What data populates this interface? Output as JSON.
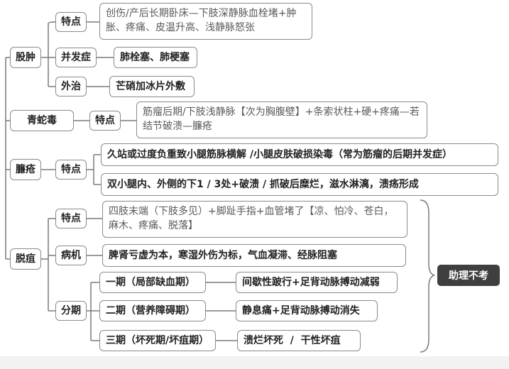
{
  "sections": {
    "gu_zhong": {
      "title": "股肿",
      "te_dian_label": "特点",
      "te_dian_text": "创伤/产后长期卧床—下肢深静脉血栓堵+肿胀、疼痛、皮温升高、浅静脉怒张",
      "bing_fa_label": "并发症",
      "bing_fa_text": "肺栓塞、肺梗塞",
      "wai_zhi_label": "外治",
      "wai_zhi_text": "芒硝加冰片外敷"
    },
    "qing_she_du": {
      "title": "青蛇毒",
      "te_dian_label": "特点",
      "te_dian_text": "筋瘤后期/下肢浅静脉【次为胸腹壁】+条索状柱+硬+疼痛—若结节破溃—臁疮"
    },
    "lian_chuang": {
      "title": "臁疮",
      "te_dian_label": "特点",
      "text1": "久站或过度负重致小腿筋脉横解 /小腿皮肤破损染毒（常为筋瘤的后期并发症）",
      "text2": "双小腿内、外侧的下1 / 3处+破溃 / 抓破后糜烂，滋水淋漓，溃疡形成"
    },
    "tuo_ju": {
      "title": "脱疽",
      "te_dian_label": "特点",
      "te_dian_text": "四肢末端（下肢多见）+脚趾手指+血管堵了【凉、怕冷、苍白，麻木、疼痛、脱落】",
      "bing_ji_label": "病机",
      "bing_ji_text": "脾肾亏虚为本，寒湿外伤为标，气血凝滞、经脉阻塞",
      "fen_qi_label": "分期",
      "stages": [
        {
          "name": "一期（局部缺血期）",
          "desc": "间歇性跛行+足背动脉搏动减弱"
        },
        {
          "name": "二期（营养障碍期）",
          "desc": "静息痛+足背动脉搏动消失"
        },
        {
          "name": "三期（坏死期/坏疽期）",
          "desc": "溃烂坏死  /  干性坏疽"
        }
      ],
      "note": "助理不考"
    }
  }
}
